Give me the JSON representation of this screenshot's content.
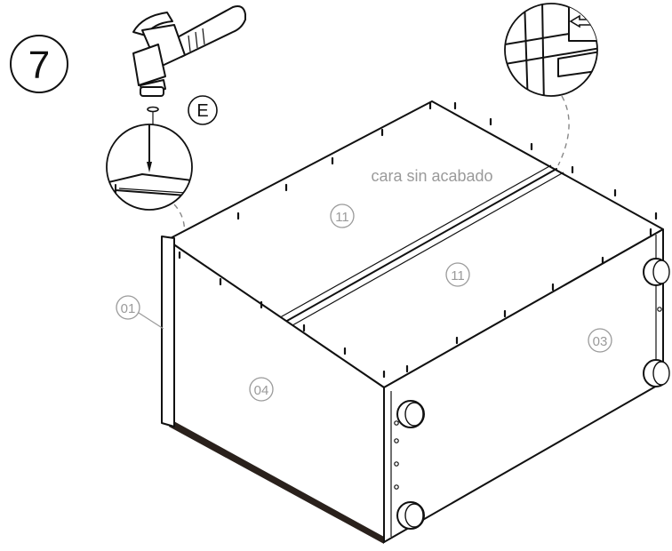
{
  "step": {
    "number": "7"
  },
  "hardware": {
    "label": "E"
  },
  "annotation": {
    "unfinished_side": "cara sin acabado"
  },
  "parts": [
    {
      "id": "left_top_panel",
      "label": "11"
    },
    {
      "id": "right_top_panel",
      "label": "11"
    },
    {
      "id": "side_panel_left",
      "label": "01"
    },
    {
      "id": "front_panel",
      "label": "04"
    },
    {
      "id": "end_panel",
      "label": "03"
    }
  ]
}
